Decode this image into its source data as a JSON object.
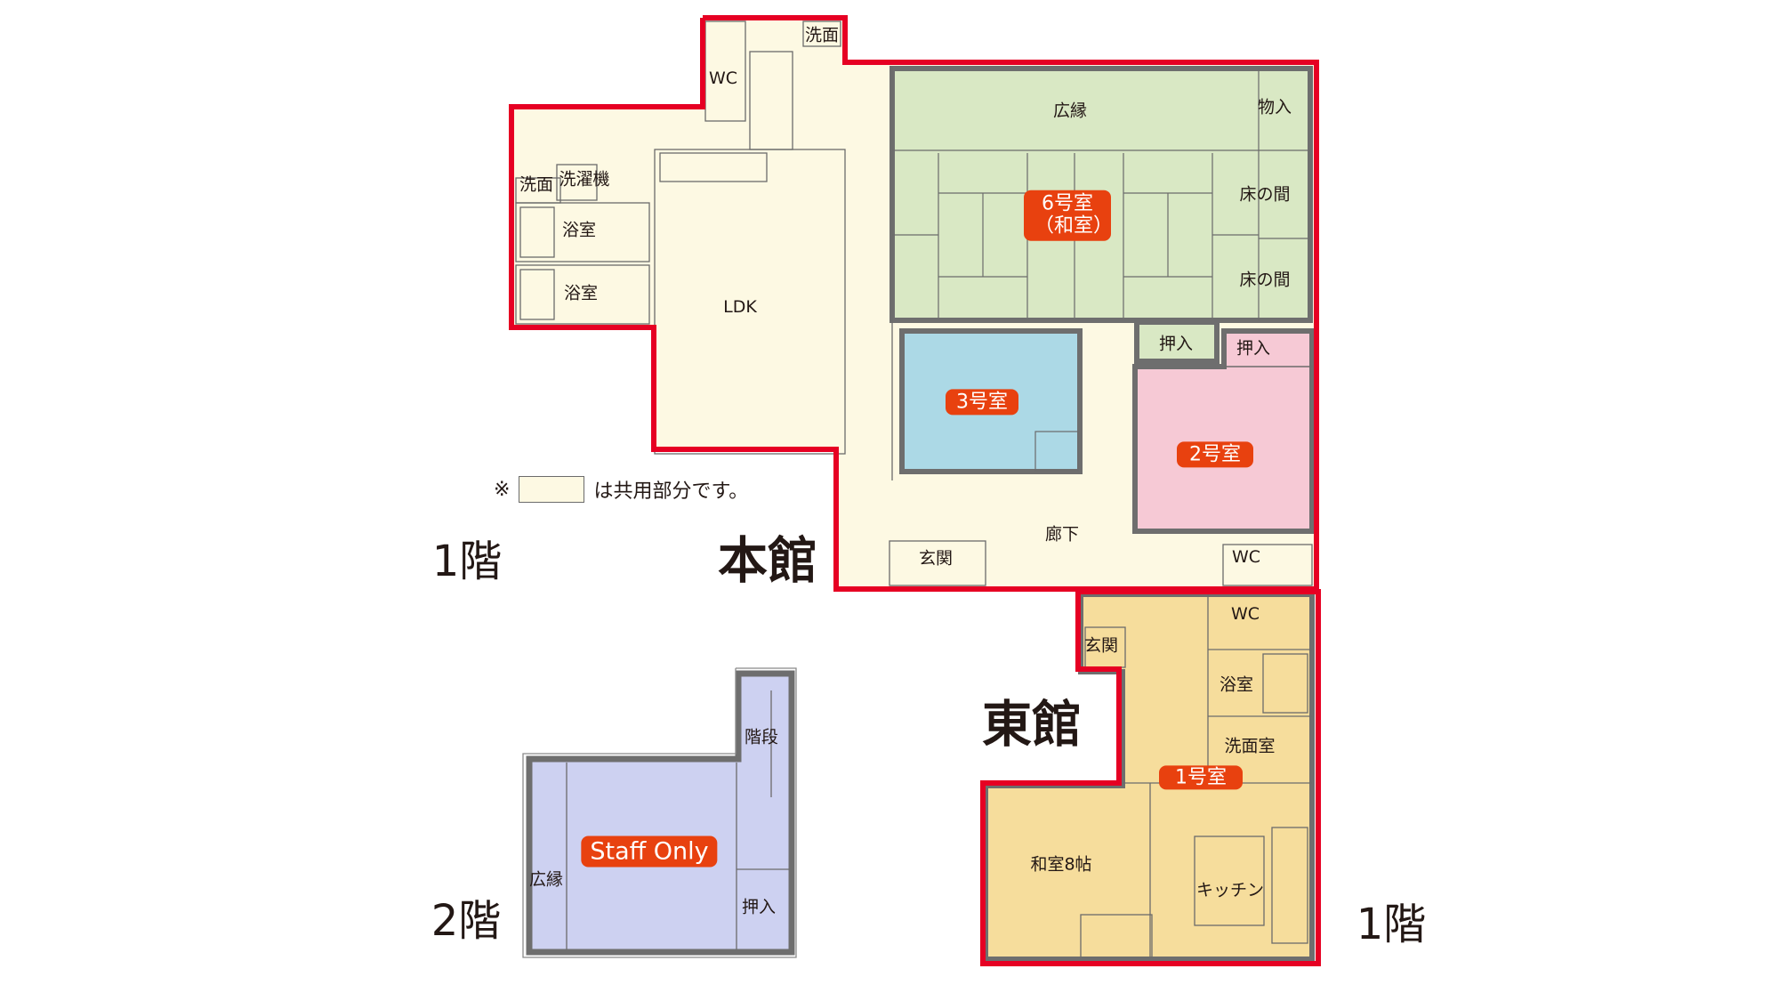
{
  "legend": {
    "mark": "※",
    "text": "は共用部分です。",
    "swatch_color": "#fdf9e3"
  },
  "colors": {
    "common": "#fdf9e3",
    "room6": "#d9e8c4",
    "room3": "#acd9e6",
    "room2": "#f6c9d5",
    "room1": "#f6dd9c",
    "staff": "#cdd1f1",
    "outline": "#e60023",
    "wall": "#6e6e6e",
    "badge": "#e8410f"
  },
  "buildings": {
    "main": {
      "label": "本館",
      "floor": "1階"
    },
    "east": {
      "label": "東館",
      "floor": "1階"
    },
    "upper": {
      "floor": "2階"
    }
  },
  "main": {
    "rooms": {
      "wc_top": "WC",
      "washbasin_top": "洗面",
      "washbasin_left": "洗面",
      "washing_machine": "洗濯機",
      "bath1": "浴室",
      "bath2": "浴室",
      "ldk": "LDK",
      "corridor": "廊下",
      "entrance": "玄関",
      "wc_right": "WC"
    },
    "room6": {
      "badge_line1": "6号室",
      "badge_line2": "（和室）",
      "veranda": "広縁",
      "storage": "物入",
      "alcove1": "床の間",
      "alcove2": "床の間",
      "closet": "押入"
    },
    "room3": {
      "badge": "3号室"
    },
    "room2": {
      "badge": "2号室",
      "closet": "押入"
    }
  },
  "east": {
    "room1": {
      "badge": "1号室",
      "entrance": "玄関",
      "wc": "WC",
      "bath": "浴室",
      "washroom": "洗面室",
      "tatami": "和室8帖",
      "kitchen": "キッチン"
    }
  },
  "upper": {
    "badge": "Staff Only",
    "stairs": "階段",
    "veranda": "広縁",
    "closet": "押入"
  }
}
